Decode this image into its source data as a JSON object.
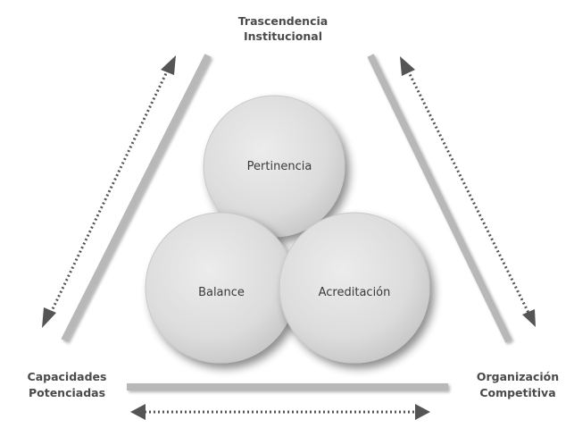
{
  "labels": {
    "top": [
      "Trascendencia",
      "Institucional"
    ],
    "bottom_left": [
      "Capacidades",
      "Potenciadas"
    ],
    "bottom_right": [
      "Organización",
      "Competitiva"
    ]
  },
  "circles": {
    "top": "Pertinencia",
    "bottom_left": "Balance",
    "bottom_right": "Acreditación"
  },
  "colors": {
    "bar": "#b8b8b8",
    "arrow": "#555555",
    "label": "#4a4a4a",
    "circle_fill": "#dedede",
    "circle_edge": "#c9c9c9"
  }
}
